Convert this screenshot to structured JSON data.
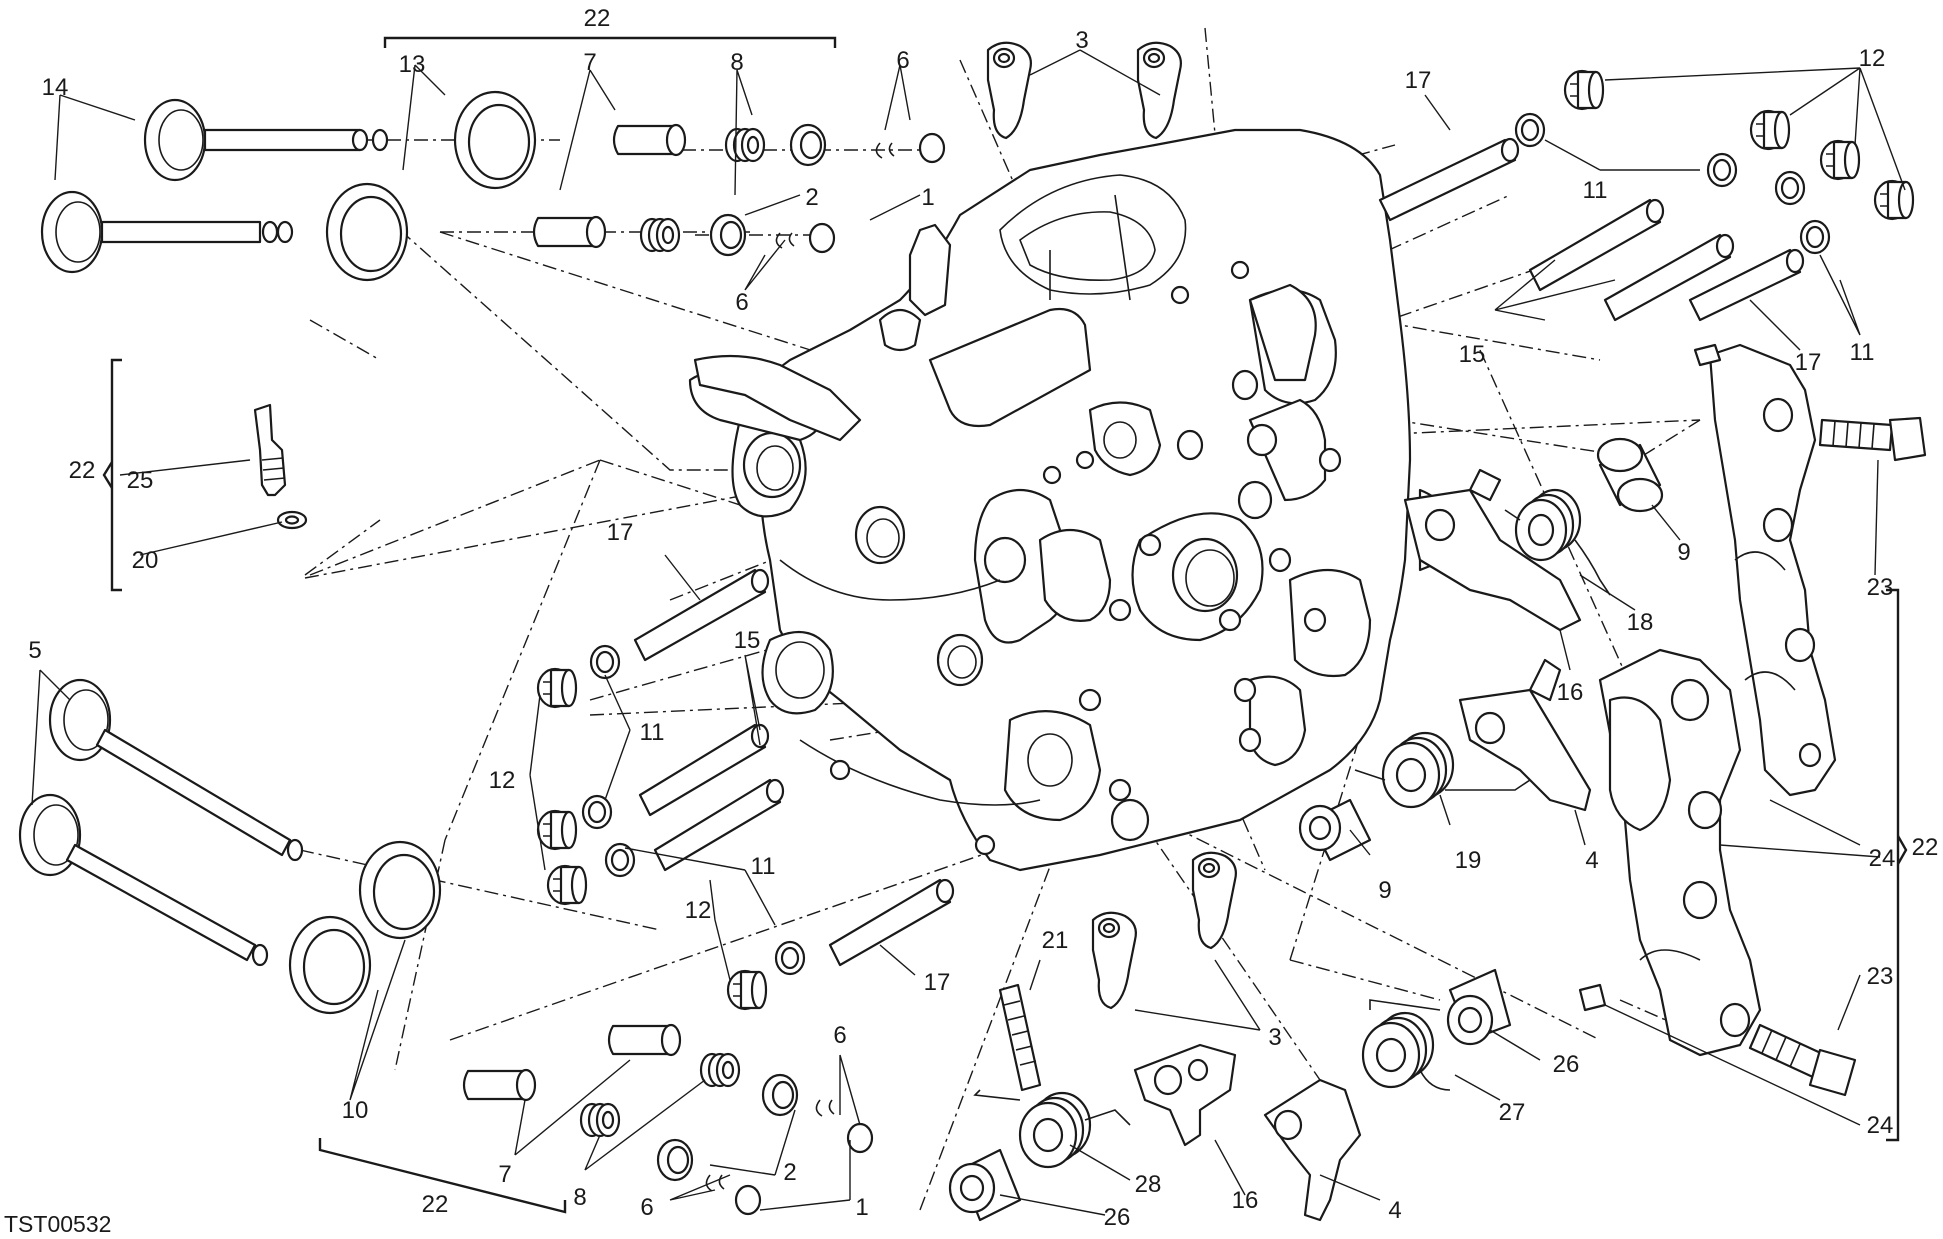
{
  "diagram": {
    "drawing_code": "TST00532",
    "callouts": [
      {
        "id": "c22-top",
        "text": "22"
      },
      {
        "id": "c13",
        "text": "13"
      },
      {
        "id": "c7-top",
        "text": "7"
      },
      {
        "id": "c8-top",
        "text": "8"
      },
      {
        "id": "c6-top",
        "text": "6"
      },
      {
        "id": "c14",
        "text": "14"
      },
      {
        "id": "c2-top",
        "text": "2"
      },
      {
        "id": "c1-top",
        "text": "1"
      },
      {
        "id": "c6-mid",
        "text": "6"
      },
      {
        "id": "c3-top",
        "text": "3"
      },
      {
        "id": "c17-top",
        "text": "17"
      },
      {
        "id": "c12-top",
        "text": "12"
      },
      {
        "id": "c11-a",
        "text": "11"
      },
      {
        "id": "c15-right",
        "text": "15"
      },
      {
        "id": "c17-right",
        "text": "17"
      },
      {
        "id": "c11-b",
        "text": "11"
      },
      {
        "id": "c22-left",
        "text": "22"
      },
      {
        "id": "c25",
        "text": "25"
      },
      {
        "id": "c20",
        "text": "20"
      },
      {
        "id": "c9-right",
        "text": "9"
      },
      {
        "id": "c18",
        "text": "18"
      },
      {
        "id": "c23-top",
        "text": "23"
      },
      {
        "id": "c17-mid",
        "text": "17"
      },
      {
        "id": "c15-mid",
        "text": "15"
      },
      {
        "id": "c16-right",
        "text": "16"
      },
      {
        "id": "c5",
        "text": "5"
      },
      {
        "id": "c11-c",
        "text": "11"
      },
      {
        "id": "c12-mid",
        "text": "12"
      },
      {
        "id": "c11-d",
        "text": "11"
      },
      {
        "id": "c12-low",
        "text": "12"
      },
      {
        "id": "c17-low",
        "text": "17"
      },
      {
        "id": "c4-right",
        "text": "4"
      },
      {
        "id": "c19",
        "text": "19"
      },
      {
        "id": "c9-mid",
        "text": "9"
      },
      {
        "id": "c24-right",
        "text": "24"
      },
      {
        "id": "c22-right",
        "text": "22"
      },
      {
        "id": "c21",
        "text": "21"
      },
      {
        "id": "c3-low",
        "text": "3"
      },
      {
        "id": "c23-low",
        "text": "23"
      },
      {
        "id": "c26-right",
        "text": "26"
      },
      {
        "id": "c10",
        "text": "10"
      },
      {
        "id": "c6-low",
        "text": "6"
      },
      {
        "id": "c27",
        "text": "27"
      },
      {
        "id": "c24-low",
        "text": "24"
      },
      {
        "id": "c7-low",
        "text": "7"
      },
      {
        "id": "c8-low",
        "text": "8"
      },
      {
        "id": "c2-low",
        "text": "2"
      },
      {
        "id": "c28",
        "text": "28"
      },
      {
        "id": "c22-bottom",
        "text": "22"
      },
      {
        "id": "c6-bottom",
        "text": "6"
      },
      {
        "id": "c1-low",
        "text": "1"
      },
      {
        "id": "c26-low",
        "text": "26"
      },
      {
        "id": "c16-low",
        "text": "16"
      },
      {
        "id": "c4-low",
        "text": "4"
      }
    ]
  }
}
